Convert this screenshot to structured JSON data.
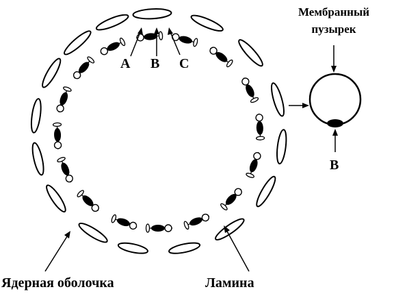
{
  "labels": {
    "a": "A",
    "b": "B",
    "c": "C",
    "vesicle_title_line1": "Мембранный",
    "vesicle_title_line2": "пузырек",
    "vesicle_b": "B",
    "envelope": "Ядерная оболочка",
    "lamina": "Ламина"
  },
  "colors": {
    "stroke": "#000000",
    "fill": "#ffffff",
    "protein": "#000000"
  }
}
